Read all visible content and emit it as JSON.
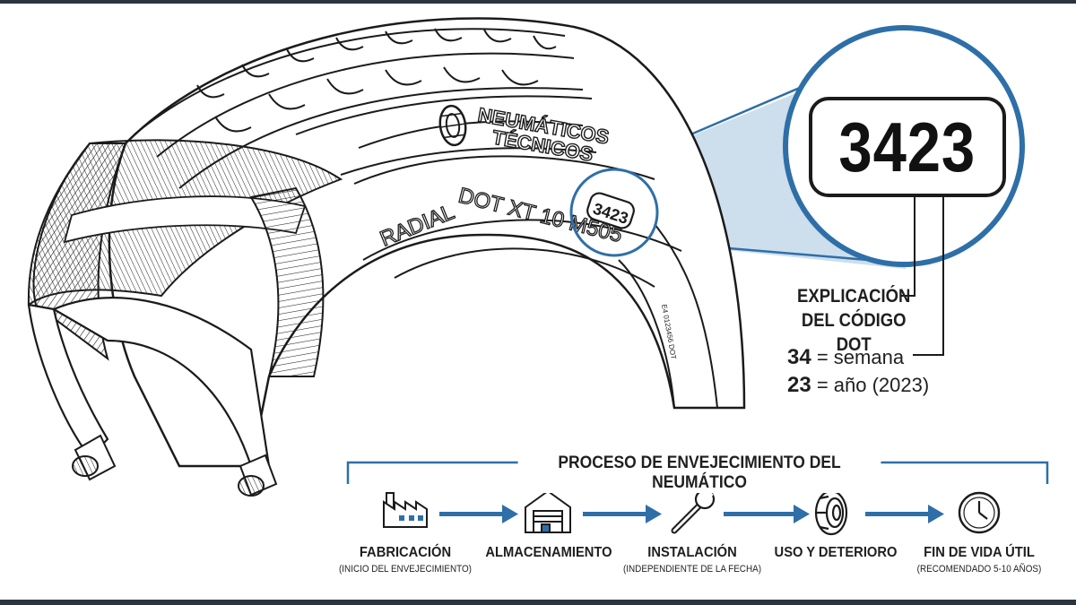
{
  "tire": {
    "brand_line1": "NEUMÁTICOS",
    "brand_line2": "TÉCNICOS",
    "radial": "RADIAL",
    "dot_text": "DOT XT 10 M505",
    "dot_date": "3423",
    "tiny_text": "E4 0123456 DOT"
  },
  "dot_explanation": {
    "code": "3423",
    "title_line1": "EXPLICACIÓN",
    "title_line2": "DEL CÓDIGO DOT",
    "week_number": "34",
    "week_text": "= semana",
    "year_number": "23",
    "year_text": "= año (2023)"
  },
  "process": {
    "title": "PROCESO DE ENVEJECIMIENTO DEL NEUMÁTICO",
    "steps": [
      {
        "icon": "factory-icon",
        "label": "FABRICACIÓN",
        "sub": "(INICIO DEL ENVEJECIMIENTO)"
      },
      {
        "icon": "warehouse-icon",
        "label": "ALMACENAMIENTO",
        "sub": ""
      },
      {
        "icon": "wrench-icon",
        "label": "INSTALACIÓN",
        "sub": "(INDEPENDIENTE DE LA FECHA)"
      },
      {
        "icon": "tire-icon",
        "label": "USO Y DETERIORO",
        "sub": ""
      },
      {
        "icon": "clock-icon",
        "label": "FIN DE VIDA ÚTIL",
        "sub": "(RECOMENDADO 5-10 AÑOS)"
      }
    ]
  },
  "colors": {
    "accent": "#2e6fa8",
    "accent_fill": "#bcd3e6",
    "ink": "#1b1b1b"
  }
}
